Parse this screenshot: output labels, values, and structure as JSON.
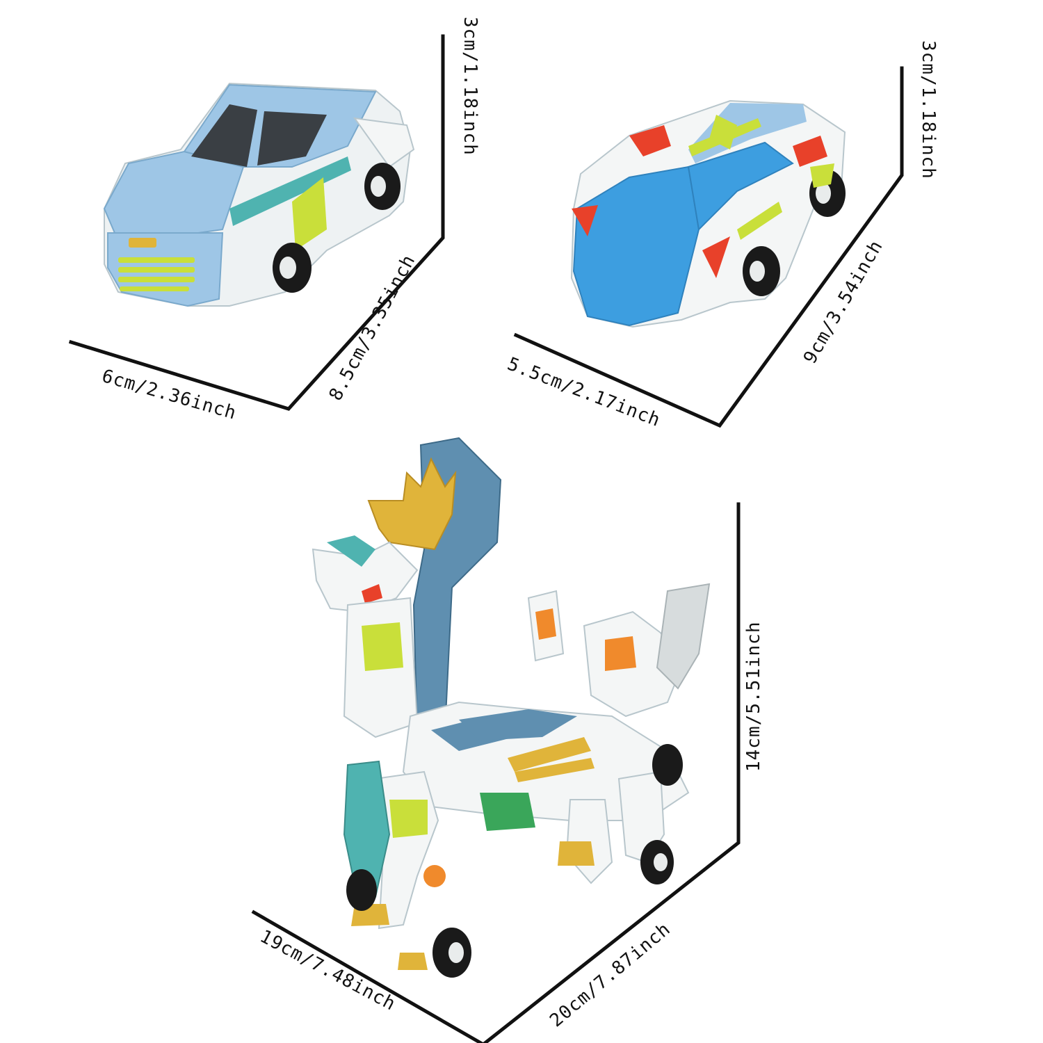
{
  "products": [
    {
      "name": "blue car",
      "dimensions": {
        "height": "3cm/1.18inch",
        "length": "8.5cm/3.35inch",
        "width": "6cm/2.36inch"
      }
    },
    {
      "name": "racing car",
      "dimensions": {
        "height": "3cm/1.18inch",
        "length": "9cm/3.54inch",
        "width": "5.5cm/2.17inch"
      }
    },
    {
      "name": "unicorn robot",
      "dimensions": {
        "height": "14cm/5.51inch",
        "length": "20cm/7.87inch",
        "width": "19cm/7.48inch"
      }
    }
  ],
  "colors": {
    "background": "#ffffff",
    "line": "#111111",
    "toy_blue": "#9ec6e6",
    "toy_deep_blue": "#3d9ee0",
    "toy_teal": "#4fb3b0",
    "toy_lime": "#c9df3a",
    "toy_red": "#e8412a",
    "toy_orange": "#f08a2c",
    "toy_gold": "#e0b43a",
    "toy_white": "#f4f6f6",
    "wheel": "#1a1a1a"
  }
}
